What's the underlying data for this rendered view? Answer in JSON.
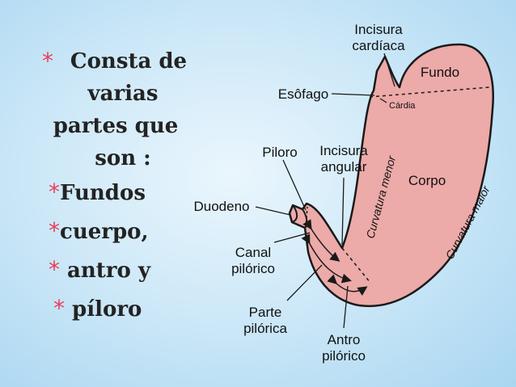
{
  "bullets": {
    "intro_lines": [
      "Consta de",
      "varias",
      "partes que",
      "son :"
    ],
    "items": [
      "Fundos",
      "cuerpo,",
      " antro y",
      " píloro"
    ]
  },
  "labels": {
    "incisura_cardiaca": [
      "Incisura",
      "cardíaca"
    ],
    "fundo": "Fundo",
    "esofago": "Esôfago",
    "cardia": "Cárdia",
    "piloro": "Piloro",
    "incisura_angular": [
      "Incisura",
      "angular"
    ],
    "corpo": "Corpo",
    "curvatura_menor": "Curvatura menor",
    "curvatura_maior": "Curvatura maior",
    "duodeno": "Duodeno",
    "canal_pilorico": [
      "Canal",
      "pilórico"
    ],
    "parte_pilorica": [
      "Parte",
      "pilórica"
    ],
    "antro_pilorico": [
      "Antro",
      "pilórico"
    ]
  },
  "colors": {
    "stomach_fill": "#ecaaa8",
    "outline": "#1a1a1a",
    "bullet_star": "#e8405a"
  }
}
